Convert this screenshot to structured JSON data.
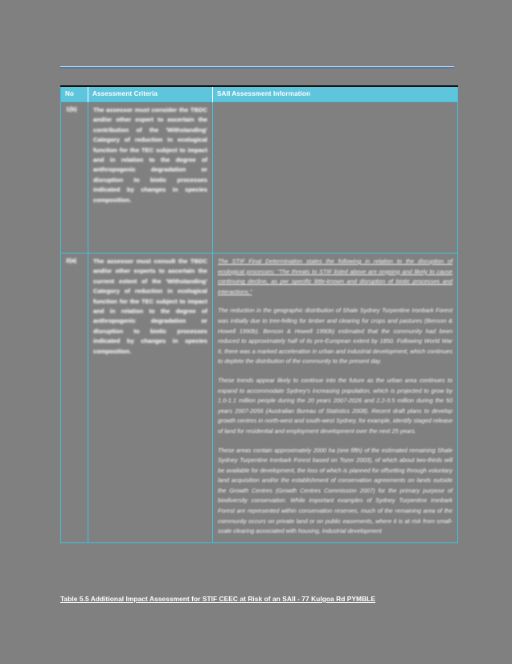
{
  "document": {
    "page_background": "#808080",
    "accent_color": "#5ec5dd",
    "border_color": "#3fc2e0",
    "header_rule_color": "#4a7ba8"
  },
  "table": {
    "columns": [
      {
        "key": "no",
        "header": "No"
      },
      {
        "key": "criteria",
        "header": "Assessment Criteria"
      },
      {
        "key": "information",
        "header": "SAII Assessment Information"
      }
    ],
    "rows": [
      {
        "no": "1(b)",
        "criteria": "The assessor must consider the TBDC and/or other expert to ascertain the contribution of the 'Withstanding' Category of reduction in ecological function for the TEC subject to impact and in relation to the degree of anthropogenic degradation or disruption to biotic processes indicated by changes in species composition.",
        "information": ""
      },
      {
        "no": "2(a)",
        "criteria": "The assessor must consult the TBDC and/or other experts to ascertain the current extent of the 'Withstanding' Category of reduction in ecological function for the TEC subject to impact and in relation to the degree of anthropogenic degradation or disruption to biotic processes indicated by changes in species composition.",
        "information_lead": "The STIF Final Determination states the following in relation to the disruption of ecological processes: \"The threats to STIF listed above are ongoing and likely to cause continuing decline, as per specific little-known and disruption of biotic processes and interactions.\"",
        "information_paragraphs": [
          "The reduction in the geographic distribution of Shale Sydney Turpentine Ironbark Forest was initially due to tree-felling for timber and clearing for crops and pastures (Benson & Howell 1990b). Benson & Howell 1990b) estimated that the community had been reduced to approximately half of its pre-European extent by 1850. Following World War II, there was a marked acceleration in urban and industrial development, which continues to deplete the distribution of the community to the present day.",
          "These trends appear likely to continue into the future as the urban area continues to expand to accommodate Sydney's increasing population, which is projected to grow by 1.0-1.1 million people during the 20 years 2007-2026 and 2.2-3.5 million during the 50 years 2007-2056 (Australian Bureau of Statistics 2008). Recent draft plans to develop growth centres in north-west and south-west Sydney, for example, identify staged release of land for residential and employment development over the next 25 years.",
          "These areas contain approximately 2000 ha (one fifth) of the estimated remaining Shale Sydney Turpentine Ironbark Forest based on Tozer 2003), of which about two-thirds will be available for development, the loss of which is planned for offsetting through voluntary land acquisition and/or the establishment of conservation agreements on lands outside the Growth Centres (Growth Centres Commission 2007) for the primary purpose of biodiversity conservation. While important examples of Sydney Turpentine Ironbark Forest are represented within conservation reserves, much of the remaining area of the community occurs on private land or on public easements, where it is at risk from small-scale clearing associated with housing, industrial development"
        ]
      }
    ]
  },
  "caption": {
    "text": "Table 5.5 Additional Impact Assessment for STIF CEEC at Risk of an SAII - 77 Kulgoa Rd PYMBLE"
  }
}
